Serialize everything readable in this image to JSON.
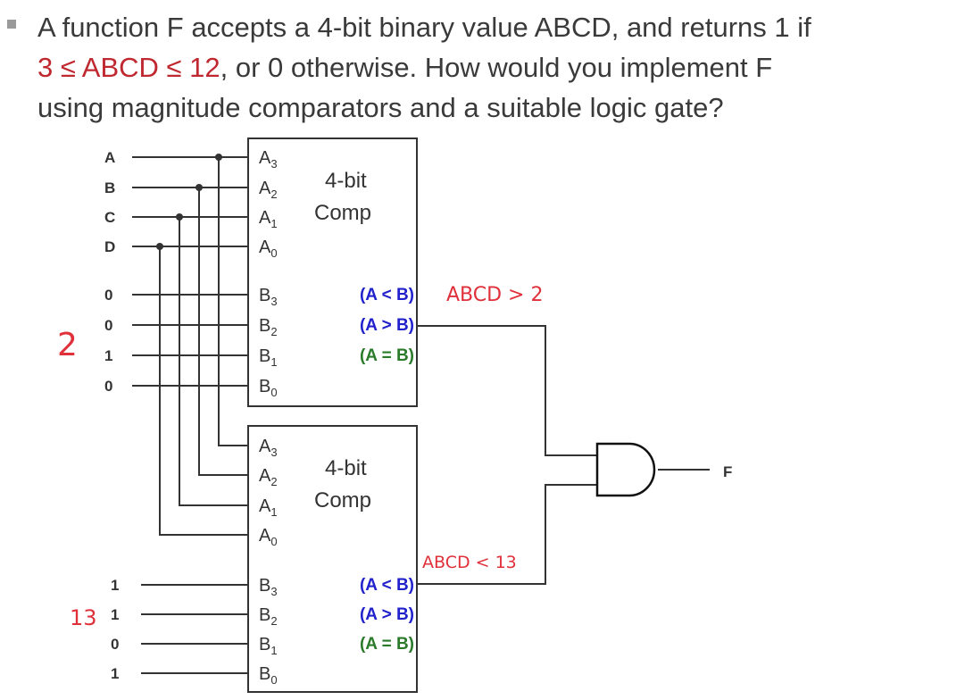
{
  "question": {
    "line1": "A function F accepts a 4-bit binary value ABCD, and returns 1 if",
    "line2_highlight": "3 ≤ ABCD ≤ 12",
    "line2_rest": ", or 0 otherwise. How would you implement F",
    "line3": "using magnitude comparators and a suitable logic gate?",
    "highlight_color": "#c0282f"
  },
  "diagram": {
    "inputs": [
      "A",
      "B",
      "C",
      "D"
    ],
    "comparator_title_1": "4-bit",
    "comparator_title_2": "Comp",
    "a_pins": [
      {
        "base": "A",
        "sub": "3"
      },
      {
        "base": "A",
        "sub": "2"
      },
      {
        "base": "A",
        "sub": "1"
      },
      {
        "base": "A",
        "sub": "0"
      }
    ],
    "b_pins": [
      {
        "base": "B",
        "sub": "3"
      },
      {
        "base": "B",
        "sub": "2"
      },
      {
        "base": "B",
        "sub": "1"
      },
      {
        "base": "B",
        "sub": "0"
      }
    ],
    "outputs": [
      {
        "label": "(A < B)",
        "color": "#2222cc"
      },
      {
        "label": "(A > B)",
        "color": "#2222cc"
      },
      {
        "label": "(A = B)",
        "color": "#2a7a2a"
      }
    ],
    "top_constant_bits": [
      "0",
      "0",
      "1",
      "0"
    ],
    "bottom_constant_bits": [
      "1",
      "1",
      "0",
      "1"
    ],
    "gate": "AND",
    "output_label": "F",
    "annotations": {
      "top_constant_value": "2",
      "bottom_constant_value": "13",
      "top_output_note": "ABCD > 2",
      "bottom_output_note": "ABCD < 13"
    }
  }
}
